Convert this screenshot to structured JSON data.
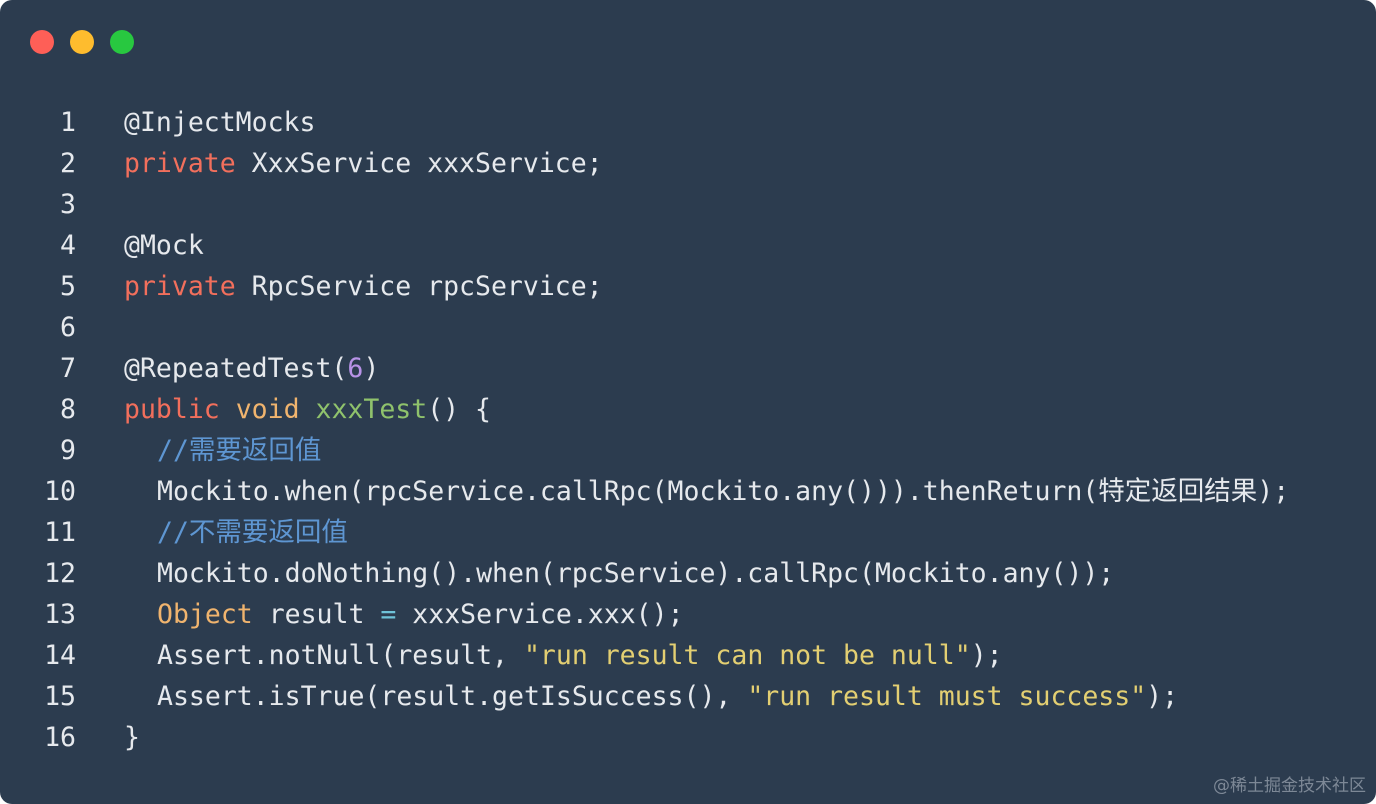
{
  "window": {
    "controls": [
      {
        "name": "close",
        "color": "#fe5f57"
      },
      {
        "name": "minimize",
        "color": "#febc2e"
      },
      {
        "name": "zoom",
        "color": "#28c840"
      }
    ]
  },
  "code": {
    "lines": [
      {
        "number": "1",
        "indent": 0,
        "tokens": [
          {
            "t": "@InjectMocks",
            "k": "plain"
          }
        ]
      },
      {
        "number": "2",
        "indent": 0,
        "tokens": [
          {
            "t": "private",
            "k": "keyword"
          },
          {
            "t": " XxxService xxxService;",
            "k": "plain"
          }
        ]
      },
      {
        "number": "3",
        "indent": 0,
        "tokens": []
      },
      {
        "number": "4",
        "indent": 0,
        "tokens": [
          {
            "t": "@Mock",
            "k": "plain"
          }
        ]
      },
      {
        "number": "5",
        "indent": 0,
        "tokens": [
          {
            "t": "private",
            "k": "keyword"
          },
          {
            "t": " RpcService rpcService;",
            "k": "plain"
          }
        ]
      },
      {
        "number": "6",
        "indent": 0,
        "tokens": []
      },
      {
        "number": "7",
        "indent": 0,
        "tokens": [
          {
            "t": "@RepeatedTest(",
            "k": "plain"
          },
          {
            "t": "6",
            "k": "number"
          },
          {
            "t": ")",
            "k": "plain"
          }
        ]
      },
      {
        "number": "8",
        "indent": 0,
        "tokens": [
          {
            "t": "public",
            "k": "keyword"
          },
          {
            "t": " ",
            "k": "plain"
          },
          {
            "t": "void",
            "k": "type"
          },
          {
            "t": " ",
            "k": "plain"
          },
          {
            "t": "xxxTest",
            "k": "func"
          },
          {
            "t": "() {",
            "k": "plain"
          }
        ]
      },
      {
        "number": "9",
        "indent": 1,
        "tokens": [
          {
            "t": "//需要返回值",
            "k": "comment"
          }
        ]
      },
      {
        "number": "10",
        "indent": 1,
        "tokens": [
          {
            "t": "Mockito.when(rpcService.callRpc(Mockito.any())).thenReturn(特定返回结果);",
            "k": "plain"
          }
        ]
      },
      {
        "number": "11",
        "indent": 1,
        "tokens": [
          {
            "t": "//不需要返回值",
            "k": "comment"
          }
        ]
      },
      {
        "number": "12",
        "indent": 1,
        "tokens": [
          {
            "t": "Mockito.doNothing().when(rpcService).callRpc(Mockito.any());",
            "k": "plain"
          }
        ]
      },
      {
        "number": "13",
        "indent": 1,
        "tokens": [
          {
            "t": "Object",
            "k": "type"
          },
          {
            "t": " result ",
            "k": "plain"
          },
          {
            "t": "=",
            "k": "op"
          },
          {
            "t": " xxxService.xxx();",
            "k": "plain"
          }
        ]
      },
      {
        "number": "14",
        "indent": 1,
        "tokens": [
          {
            "t": "Assert.notNull(result, ",
            "k": "plain"
          },
          {
            "t": "\"run result can not be null\"",
            "k": "string"
          },
          {
            "t": ");",
            "k": "plain"
          }
        ]
      },
      {
        "number": "15",
        "indent": 1,
        "tokens": [
          {
            "t": "Assert.isTrue(result.getIsSuccess(), ",
            "k": "plain"
          },
          {
            "t": "\"run result must success\"",
            "k": "string"
          },
          {
            "t": ");",
            "k": "plain"
          }
        ]
      },
      {
        "number": "16",
        "indent": 0,
        "tokens": [
          {
            "t": "}",
            "k": "plain"
          }
        ]
      }
    ]
  },
  "watermark": "@稀土掘金技术社区"
}
